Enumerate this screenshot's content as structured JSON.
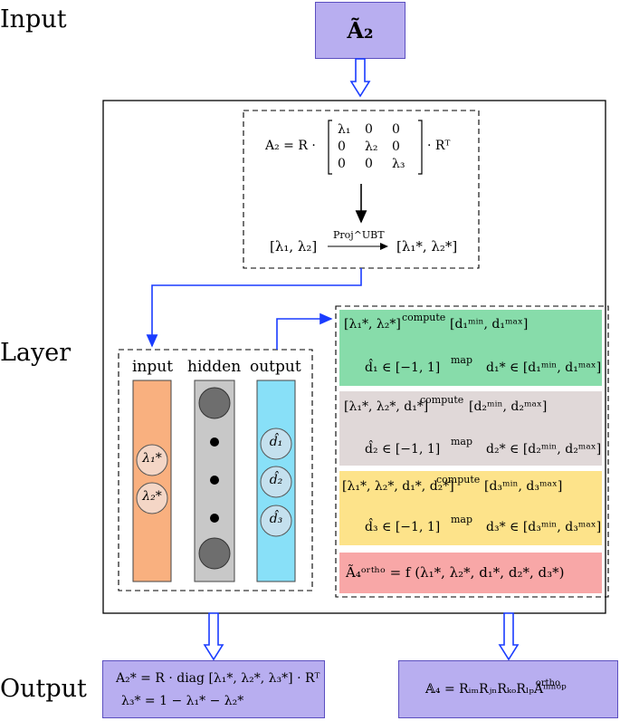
{
  "labels": {
    "input": "Input",
    "layer": "Layer",
    "output": "Output"
  },
  "input_box": "Ã₂",
  "decomposition": {
    "lhs": "A₂ = R ·",
    "matrix_rows": [
      [
        "λ₁",
        "0",
        "0"
      ],
      [
        "0",
        "λ₂",
        "0"
      ],
      [
        "0",
        "0",
        "λ₃"
      ]
    ],
    "rhs": "· Rᵀ",
    "projection_left": "[λ₁, λ₂]",
    "projection_op": "Proj^UBT",
    "projection_right": "[λ₁*, λ₂*]"
  },
  "network": {
    "input_title": "input",
    "hidden_title": "hidden",
    "output_title": "output",
    "input_neurons": [
      "λ₁*",
      "λ₂*"
    ],
    "output_neurons": [
      "d̂₁",
      "d̂₂",
      "d̂₃"
    ]
  },
  "steps": [
    {
      "line1_left": "[λ₁*, λ₂*]",
      "line1_op": "compute",
      "line1_right": "[d₁ᵐⁱⁿ, d₁ᵐᵃˣ]",
      "line2_left": "d̂₁ ∈ [−1, 1]",
      "line2_op": "map",
      "line2_right": "d₁* ∈ [d₁ᵐⁱⁿ, d₁ᵐᵃˣ]",
      "color": "#87dcaa"
    },
    {
      "line1_left": "[λ₁*, λ₂*, d₁*]",
      "line1_op": "compute",
      "line1_right": "[d₂ᵐⁱⁿ, d₂ᵐᵃˣ]",
      "line2_left": "d̂₂ ∈ [−1, 1]",
      "line2_op": "map",
      "line2_right": "d₂* ∈ [d₂ᵐⁱⁿ, d₂ᵐᵃˣ]",
      "color": "#e0d8d8"
    },
    {
      "line1_left": "[λ₁*, λ₂*, d₁*, d₂*]",
      "line1_op": "compute",
      "line1_right": "[d₃ᵐⁱⁿ, d₃ᵐᵃˣ]",
      "line2_left": "d̂₃ ∈ [−1, 1]",
      "line2_op": "map",
      "line2_right": "d₃* ∈ [d₃ᵐⁱⁿ, d₃ᵐᵃˣ]",
      "color": "#fde38a"
    }
  ],
  "ortho_formula": "Ã₄ᵒʳᵗʰᵒ = f (λ₁*, λ₂*, d₁*, d₂*, d₃*)",
  "ortho_color": "#f8a7a7",
  "output_left_line1": "A₂* = R · diag [λ₁*, λ₂*, λ₃*] · Rᵀ",
  "output_left_line2": "λ₃* = 1 − λ₁* − λ₂*",
  "output_right": "𝔸₄ = RᵢₘRⱼₙRₖₒRₗₚAᵐⁿᵒᵖ",
  "output_right_sup": "ortho",
  "colors": {
    "purple": "#b8aef0",
    "arrow_blue": "#1a3cff",
    "input_col": "#f9b07f",
    "hidden_col": "#c8c8c8",
    "output_col": "#88e0f8",
    "input_neuron": "#f4d6c6",
    "output_neuron": "#c4e0ee",
    "hidden_neuron": "#6e6e6e"
  }
}
